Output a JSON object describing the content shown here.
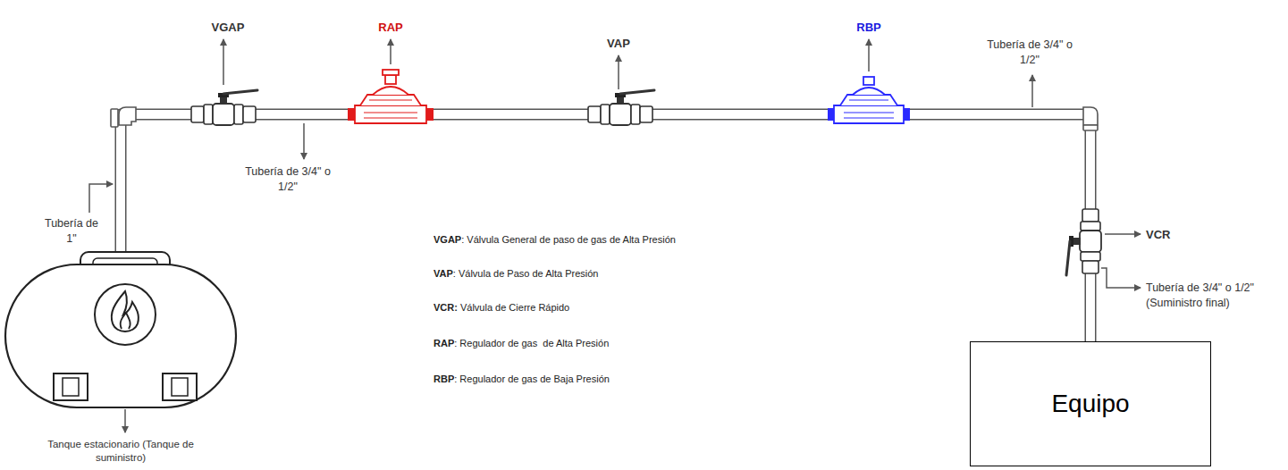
{
  "diagram": {
    "nodes": [
      {
        "text": [
          "Tanque estacionario (Tanque de suministro)"
        ]
      },
      {
        "text": [
          "Equipo"
        ]
      }
    ],
    "edges": [
      {
        "from": 0,
        "to": 1,
        "arrow": "none"
      }
    ],
    "labels": [
      "VGAP",
      "RAP",
      "VAP",
      "RBP",
      "Tubería de 3/4\" o 1/2\"",
      "Tubería de 1\"",
      "Tubería de 3/4\" o 1/2\"",
      "VCR",
      "Tubería de 3/4\" o 1/2\" (Suministro final)",
      "VGAP",
      ": Válvula General de paso de gas de Alta Presión",
      "VAP",
      ": Válvula de Paso de Alta Presión",
      "VCR:",
      " Válvula de Cierre Rápido",
      "RAP",
      ": Regulador de gas  de Alta Presión",
      "RBP",
      ": Regulador de gas de Baja Presión"
    ]
  }
}
